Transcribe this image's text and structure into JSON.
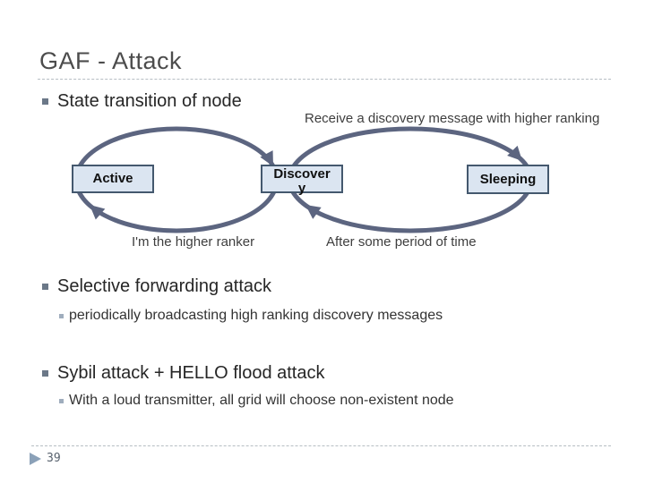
{
  "slide": {
    "title": "GAF - Attack",
    "page_number": "39"
  },
  "content": {
    "bullets": [
      {
        "level": 1,
        "text": "State transition of node"
      },
      {
        "level": 1,
        "text": "Selective forwarding attack"
      },
      {
        "level": 2,
        "text": "periodically broadcasting high ranking discovery messages"
      },
      {
        "level": 1,
        "text": "Sybil attack + HELLO flood attack"
      },
      {
        "level": 2,
        "text": "With a loud transmitter, all grid will choose non-existent node"
      }
    ]
  },
  "diagram": {
    "type": "state-machine",
    "states": [
      "Active",
      "Discovery",
      "Sleeping"
    ],
    "transitions": [
      {
        "from": "Active",
        "to": "Discovery",
        "label": ""
      },
      {
        "from": "Discovery",
        "to": "Sleeping",
        "label": "Receive a discovery message with higher ranking"
      },
      {
        "from": "Sleeping",
        "to": "Discovery",
        "label": "After some period of time"
      },
      {
        "from": "Discovery",
        "to": "Active",
        "label": "I'm the higher ranker"
      }
    ]
  },
  "colors": {
    "title_text": "#4c4c4c",
    "body_text": "#262626",
    "sub_text": "#333333",
    "annotation_text": "#3e3e3e",
    "arrow": "#5c6580",
    "state_box_fill": "#dbe5f1",
    "state_box_border": "#44586e",
    "bullet_marker": "#6b7888",
    "sub_bullet_marker": "#9fadbd",
    "divider": "#b6bdc3",
    "footer_arrow": "#8ba1b8",
    "page_number_text": "#57616d"
  }
}
